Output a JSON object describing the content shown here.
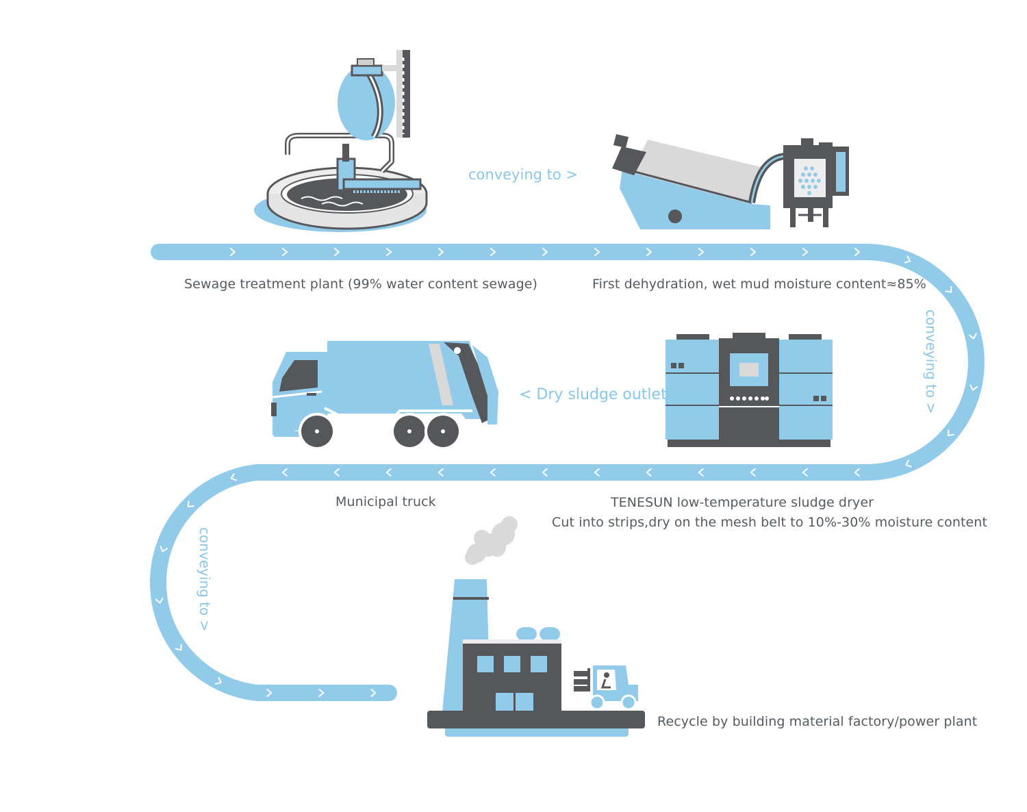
{
  "colors": {
    "blue": "#92cbea",
    "dark": "#55575a",
    "grey": "#d9d9d9",
    "chevron": "#ffffff",
    "caption": "#555a60",
    "flow_text": "#8cc6e6"
  },
  "steps": [
    {
      "id": "sewage_plant",
      "icon": "clarifier-tank-icon",
      "caption": "Sewage treatment plant (99% water content sewage)"
    },
    {
      "id": "dehydration",
      "icon": "screw-press-icon",
      "caption": "First dehydration, wet mud moisture content≈85%"
    },
    {
      "id": "dryer",
      "icon": "sludge-dryer-icon",
      "caption_line1": "TENESUN low-temperature sludge dryer",
      "caption_line2": "Cut into strips,dry on the mesh belt to 10%-30% moisture content"
    },
    {
      "id": "truck",
      "icon": "municipal-truck-icon",
      "caption": "Municipal truck"
    },
    {
      "id": "factory",
      "icon": "factory-icon",
      "caption": "Recycle by building material factory/power plant"
    }
  ],
  "flow_labels": {
    "top": "conveying to >",
    "right": "conveying to >",
    "left": "conveying to >",
    "outlet": "< Dry sludge outlet"
  }
}
